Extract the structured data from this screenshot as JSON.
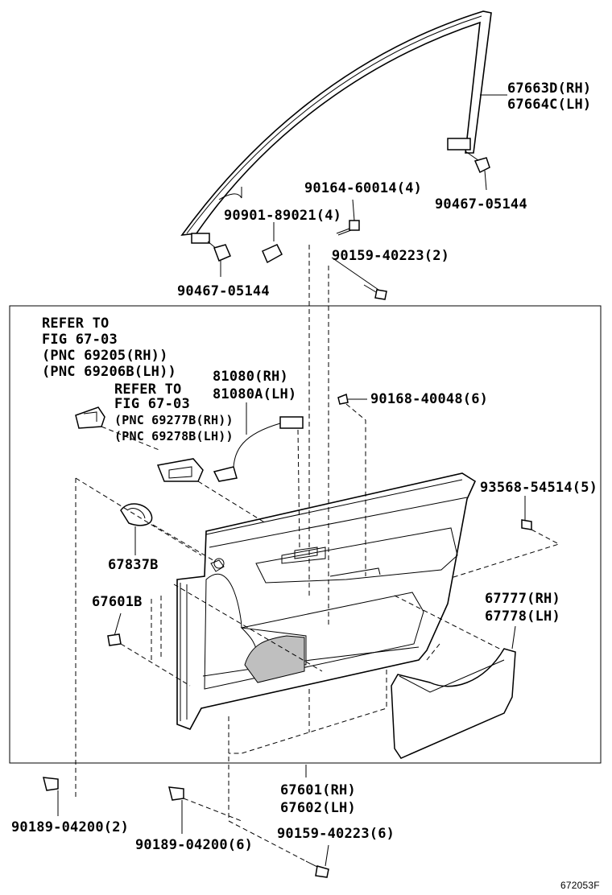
{
  "callouts": {
    "weatherstrip_rh": "67663D(RH)",
    "weatherstrip_lh": "67664C(LH)",
    "clip_right": "90467-05144",
    "screw_top": "90164-60014(4)",
    "clip_center": "90901-89021(4)",
    "clip_left": "90467-05144",
    "screw_upper": "90159-40223(2)",
    "refer1_line1": "REFER TO",
    "refer1_line2": "FIG 67-03",
    "refer1_line3": "(PNC 69205(RH))",
    "refer1_line4": "(PNC 69206B(LH))",
    "lamp_rh": "81080(RH)",
    "lamp_lh": "81080A(LH)",
    "refer2_line1": "REFER TO",
    "refer2_line2": "FIG 67-03",
    "refer2_line3": "(PNC 69277B(RH))",
    "refer2_line4": "(PNC 69278B(LH))",
    "clip_mid": "90168-40048(6)",
    "clip_far_right": "93568-54514(5)",
    "grommet": "67837B",
    "clip_stud": "67601B",
    "pocket_rh": "67777(RH)",
    "pocket_lh": "67778(LH)",
    "panel_rh": "67601(RH)",
    "panel_lh": "67602(LH)",
    "clip_bottom_left": "90189-04200(2)",
    "clip_bottom_mid": "90189-04200(6)",
    "screw_bottom": "90159-40223(6)",
    "figure_number": "672053F"
  }
}
